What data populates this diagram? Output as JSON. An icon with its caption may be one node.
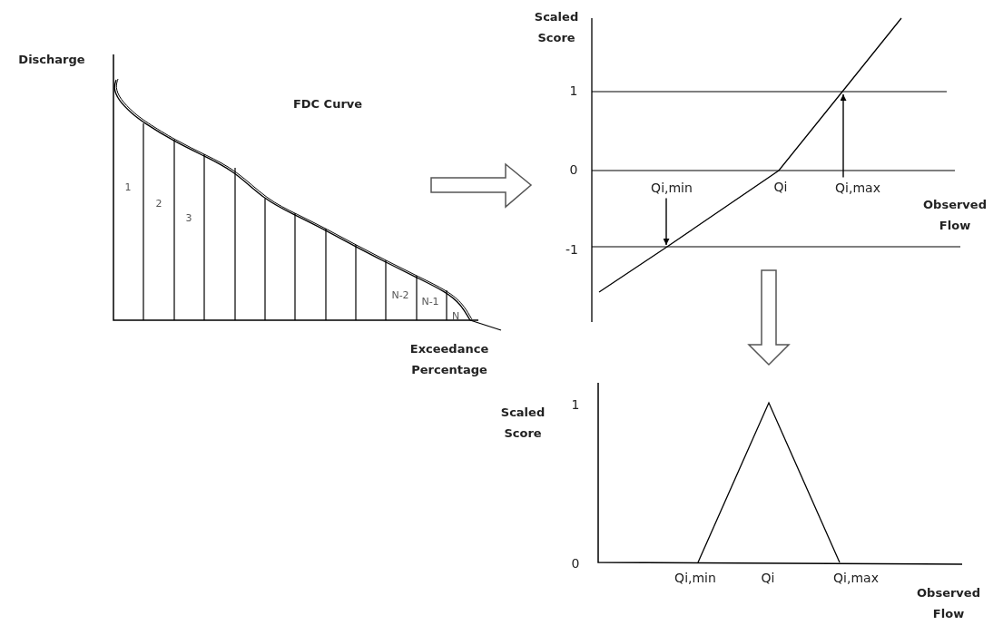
{
  "diagram": {
    "nodes": [
      {
        "text": [
          "Qi,min"
        ]
      },
      {
        "text": [
          "Qi,max"
        ]
      }
    ],
    "edges": [
      {
        "from": 0,
        "to": null,
        "arrow": "to"
      },
      {
        "from": 1,
        "to": null,
        "arrow": "to"
      }
    ],
    "labels": [
      "Discharge",
      "FDC Curve",
      "1",
      "2",
      "3",
      "N-2",
      "N-1",
      "N",
      "Exceedance Percentage",
      "Scaled Score",
      "1",
      "0",
      "Qi",
      "Observed Flow",
      "-1",
      "Scaled Score",
      "1",
      "0",
      "Qi,min",
      "Qi",
      "Qi,max",
      "Observed Flow"
    ]
  }
}
